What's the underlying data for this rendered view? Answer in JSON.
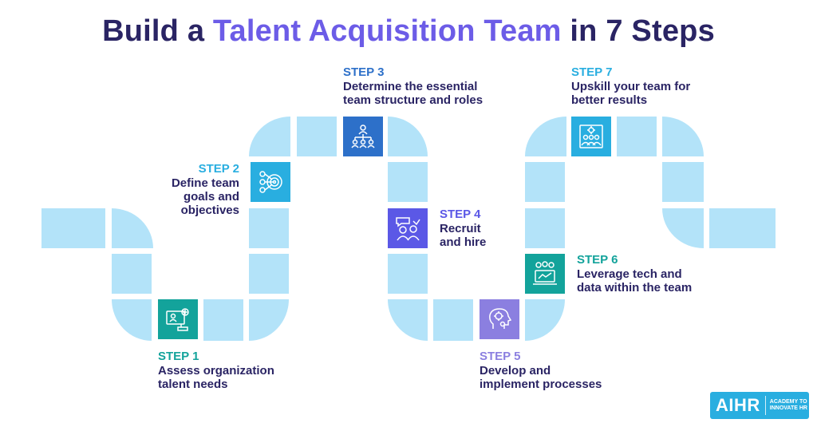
{
  "title": {
    "part1": "Build a ",
    "highlight": "Talent Acquisition Team",
    "part2": " in 7 Steps"
  },
  "colors": {
    "title": "#2a2464",
    "highlight": "#6c5ce7",
    "path_tile": "#b3e3f9",
    "step1": "#13a39b",
    "step2": "#29aee0",
    "step3": "#2d70c9",
    "step4": "#5b58e6",
    "step5": "#8b7fe0",
    "step6": "#13a39b",
    "step7": "#29aee0"
  },
  "steps": [
    {
      "label": "STEP 1",
      "line1": "Assess organization",
      "line2": "talent needs",
      "line3": "",
      "icon": "assessment-icon"
    },
    {
      "label": "STEP 2",
      "line1": "Define team",
      "line2": "goals and",
      "line3": "objectives",
      "icon": "target-goals-icon"
    },
    {
      "label": "STEP 3",
      "line1": "Determine the essential",
      "line2": "team structure and roles",
      "line3": "",
      "icon": "org-structure-icon"
    },
    {
      "label": "STEP 4",
      "line1": "Recruit",
      "line2": "and hire",
      "line3": "",
      "icon": "recruit-icon"
    },
    {
      "label": "STEP 5",
      "line1": "Develop and",
      "line2": "implement processes",
      "line3": "",
      "icon": "process-gear-icon"
    },
    {
      "label": "STEP 6",
      "line1": "Leverage tech and",
      "line2": "data within the team",
      "line3": "",
      "icon": "tech-data-icon"
    },
    {
      "label": "STEP 7",
      "line1": "Upskill your team for",
      "line2": "better results",
      "line3": "",
      "icon": "upskill-team-icon"
    }
  ],
  "logo": {
    "brand": "AIHR",
    "tagline1": "ACADEMY TO",
    "tagline2": "INNOVATE HR"
  }
}
